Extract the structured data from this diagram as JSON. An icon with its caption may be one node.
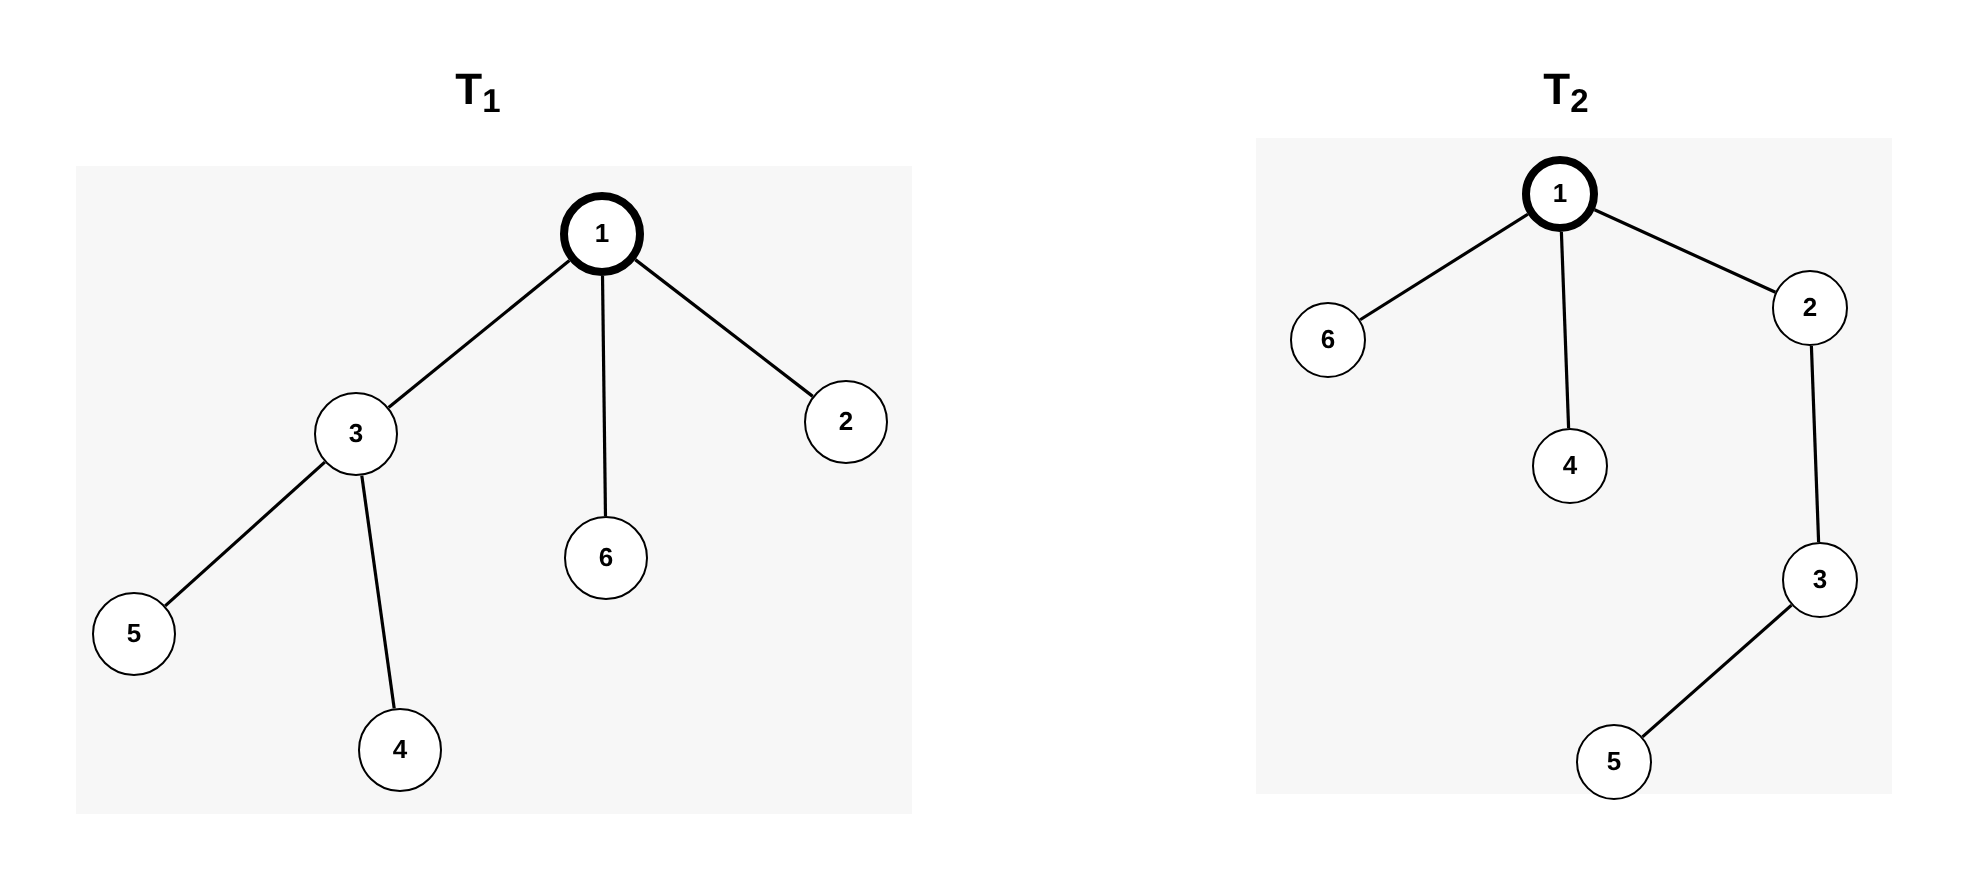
{
  "diagram": {
    "nodes": [
      {
        "text": [
          "T$_{1}$"
        ]
      },
      {
        "text": [
          "1"
        ],
        "in": 0
      },
      {
        "text": [
          "3"
        ],
        "in": 0
      },
      {
        "text": [
          "2"
        ],
        "in": 0
      },
      {
        "text": [
          "6"
        ],
        "in": 0
      },
      {
        "text": [
          "5"
        ],
        "in": 0
      },
      {
        "text": [
          "4"
        ],
        "in": 0
      },
      {
        "text": [
          "T$_{2}$"
        ]
      },
      {
        "text": [
          "1"
        ],
        "in": 7
      },
      {
        "text": [
          "6"
        ],
        "in": 7
      },
      {
        "text": [
          "2"
        ],
        "in": 7
      },
      {
        "text": [
          "4"
        ],
        "in": 7
      },
      {
        "text": [
          "3"
        ],
        "in": 7
      },
      {
        "text": [
          "5"
        ],
        "in": 7
      }
    ],
    "edges": [
      {
        "from": 1,
        "to": 2,
        "arrow": "none"
      },
      {
        "from": 1,
        "to": 4,
        "arrow": "none"
      },
      {
        "from": 1,
        "to": 3,
        "arrow": "none"
      },
      {
        "from": 2,
        "to": 5,
        "arrow": "none"
      },
      {
        "from": 2,
        "to": 6,
        "arrow": "none"
      },
      {
        "from": 8,
        "to": 9,
        "arrow": "none"
      },
      {
        "from": 8,
        "to": 11,
        "arrow": "none"
      },
      {
        "from": 8,
        "to": 10,
        "arrow": "none"
      },
      {
        "from": 10,
        "to": 12,
        "arrow": "none"
      },
      {
        "from": 12,
        "to": 13,
        "arrow": "none"
      }
    ]
  }
}
